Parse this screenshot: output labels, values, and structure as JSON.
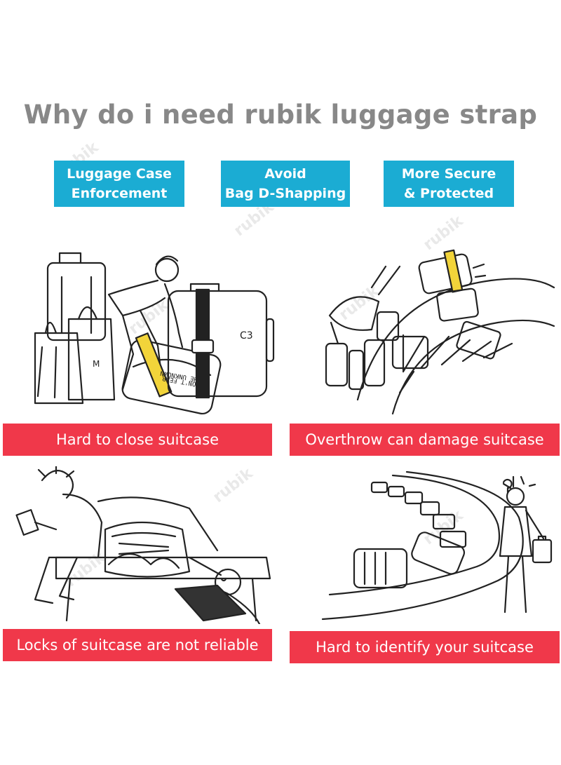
{
  "title": "Why do i need rubik luggage strap",
  "badges": [
    {
      "line1": "Luggage Case",
      "line2": "Enforcement"
    },
    {
      "line1": "Avoid",
      "line2": "Bag D-Shapping"
    },
    {
      "line1": "More Secure",
      "line2": "& Protected"
    }
  ],
  "captions": [
    "Hard to close suitcase",
    "Overthrow can damage suitcase",
    "Locks of suitcase are not reliable",
    "Hard to identify your suitcase"
  ],
  "illustration_text": {
    "bag_print_1": "DON'T FEAR",
    "bag_print_2": "THE UNKNOWN",
    "bag_letter": "M",
    "case_mark": "C3"
  },
  "watermark": "rubik",
  "colors": {
    "badge_blue": "#1bacd3",
    "caption_red": "#f0384a",
    "title_gray": "#888888",
    "strap_yellow": "#f2d43a",
    "strap_black": "#222222"
  }
}
